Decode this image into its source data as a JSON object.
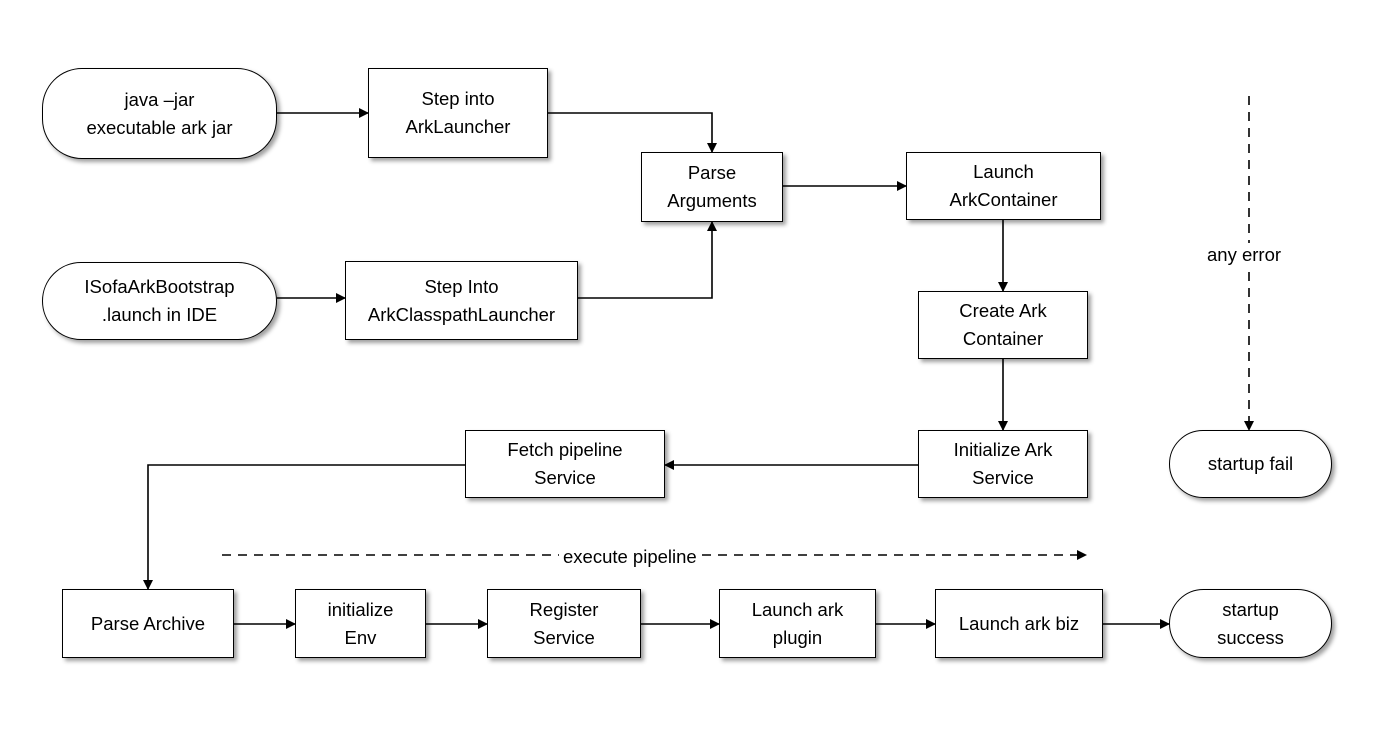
{
  "diagram": {
    "start_nodes": {
      "java_jar": [
        "java –jar",
        "executable ark jar"
      ],
      "ide_launch": [
        "ISofaArkBootstrap",
        ".launch in IDE"
      ]
    },
    "steps": {
      "step_into_ark_launcher": [
        "Step into",
        "ArkLauncher"
      ],
      "step_into_classpath_launcher": [
        "Step Into",
        "ArkClasspathLauncher"
      ],
      "parse_arguments": [
        "Parse",
        "Arguments"
      ],
      "launch_ark_container": [
        "Launch",
        "ArkContainer"
      ],
      "create_ark_container": [
        "Create Ark",
        "Container"
      ],
      "initialize_ark_service": [
        "Initialize Ark",
        "Service"
      ],
      "fetch_pipeline_service": [
        "Fetch pipeline",
        "Service"
      ],
      "parse_archive": [
        "Parse Archive"
      ],
      "initialize_env": [
        "initialize",
        "Env"
      ],
      "register_service": [
        "Register",
        "Service"
      ],
      "launch_ark_plugin": [
        "Launch ark",
        "plugin"
      ],
      "launch_ark_biz": [
        "Launch ark biz"
      ]
    },
    "end_nodes": {
      "startup_success": [
        "startup",
        "success"
      ],
      "startup_fail": [
        "startup fail"
      ]
    },
    "edge_labels": {
      "any_error": "any error",
      "execute_pipeline": "execute pipeline"
    },
    "colors": {
      "stroke": "#000000",
      "fill": "#ffffff",
      "text": "#000000"
    }
  }
}
